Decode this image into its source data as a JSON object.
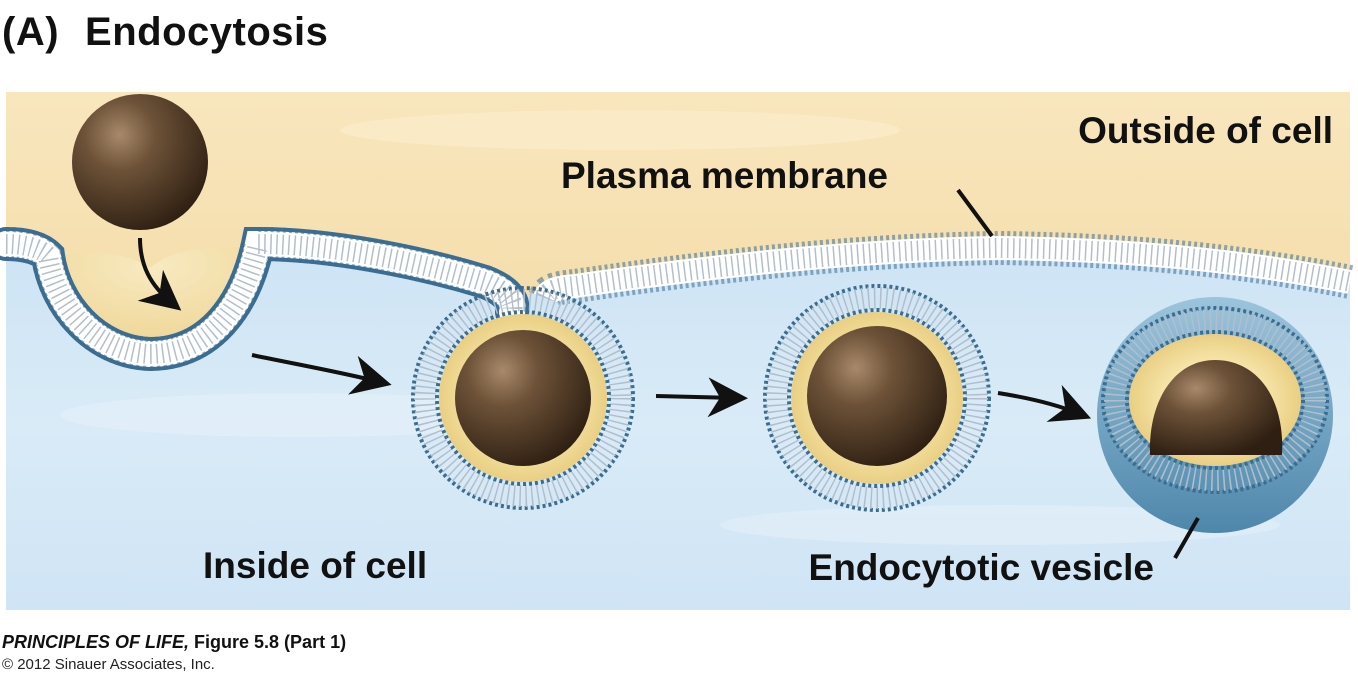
{
  "title": {
    "panel": "(A)",
    "text": "Endocytosis"
  },
  "labels": {
    "outside": "Outside of cell",
    "membrane": "Plasma membrane",
    "inside": "Inside of cell",
    "vesicle": "Endocytotic vesicle"
  },
  "caption": {
    "book": "PRINCIPLES OF LIFE,",
    "figure": "Figure 5.8 (Part 1)"
  },
  "copyright": "© 2012 Sinauer Associates, Inc.",
  "colors": {
    "outside": "#f6e2b4",
    "inside": "#cfe4f4",
    "membrane_head": "#3b6d91",
    "particle": "#4a3420",
    "vesicle_lumen": "#f3dc99"
  }
}
